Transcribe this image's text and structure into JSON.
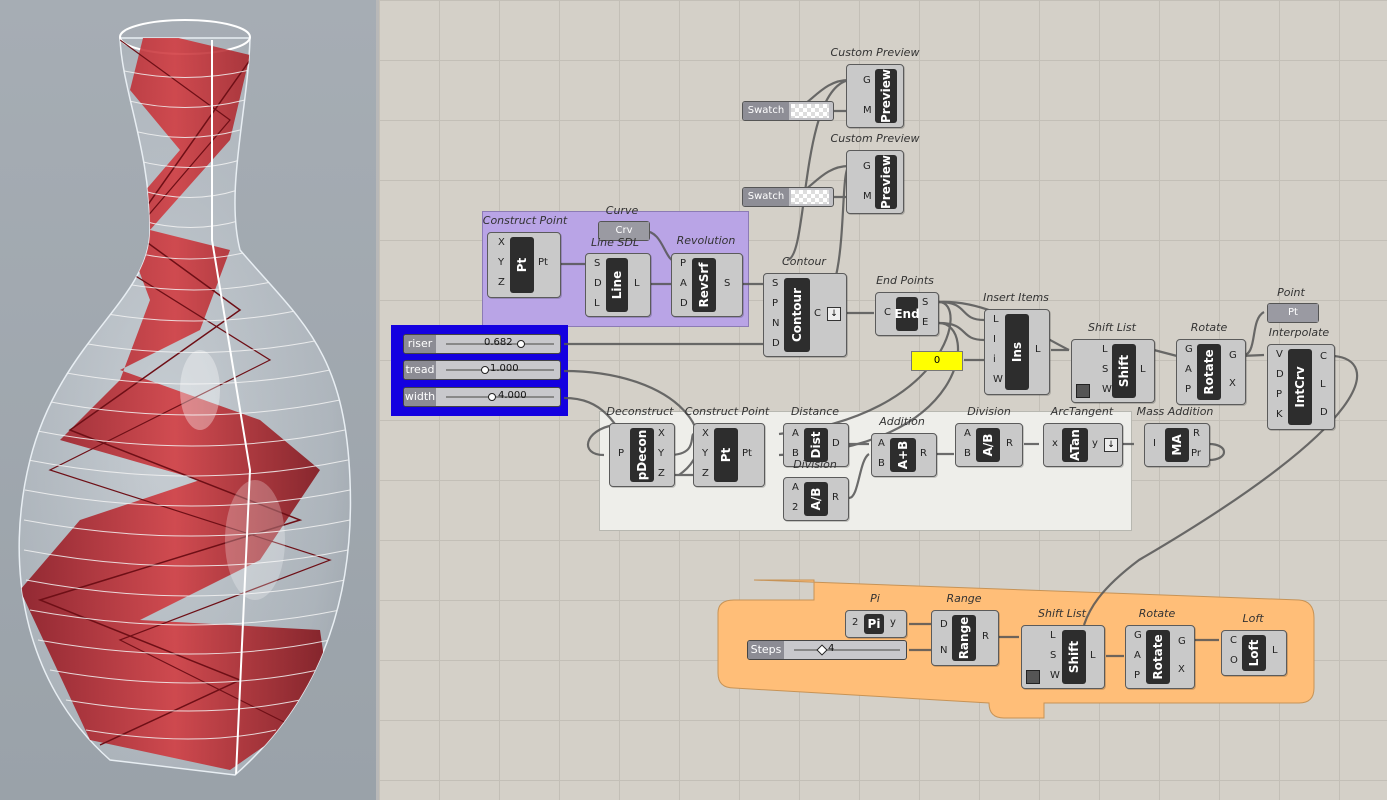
{
  "colors": {
    "canvas": "#d4d0c8",
    "viewport": "#a2a9b0",
    "purple_group": "#b9a4e6",
    "blue_group": "#1400e0",
    "orange_group": "#ffbe78",
    "white_group": "#eeeeea",
    "panel_yellow": "#ffff00",
    "vase_red": "#b0222a"
  },
  "viewport": {
    "label": "Rhino viewport (vase with red helical stairs)"
  },
  "components": {
    "custom_preview_1": {
      "title": "Custom Preview",
      "core": "Preview",
      "inputs": [
        "G",
        "M"
      ]
    },
    "custom_preview_2": {
      "title": "Custom Preview",
      "core": "Preview",
      "inputs": [
        "G",
        "M"
      ]
    },
    "swatch_1": {
      "label": "Swatch"
    },
    "swatch_2": {
      "label": "Swatch"
    },
    "construct_point_1": {
      "title": "Construct Point",
      "core": "Pt",
      "inputs": [
        "X",
        "Y",
        "Z"
      ],
      "outputs": [
        "Pt"
      ]
    },
    "curve": {
      "title": "Curve",
      "label": "Crv"
    },
    "line_sdl": {
      "title": "Line SDL",
      "core": "Line",
      "inputs": [
        "S",
        "D",
        "L"
      ],
      "outputs": [
        "L"
      ]
    },
    "revolution": {
      "title": "Revolution",
      "core": "RevSrf",
      "inputs": [
        "P",
        "A",
        "D"
      ],
      "outputs": [
        "S"
      ]
    },
    "contour": {
      "title": "Contour",
      "core": "Contour",
      "inputs": [
        "S",
        "P",
        "N",
        "D"
      ],
      "outputs": [
        "C"
      ]
    },
    "end_points": {
      "title": "End Points",
      "core": "End",
      "inputs": [
        "C"
      ],
      "outputs": [
        "S",
        "E"
      ]
    },
    "insert_items": {
      "title": "Insert Items",
      "core": "Ins",
      "inputs": [
        "L",
        "I",
        "i",
        "W"
      ],
      "outputs": [
        "L"
      ]
    },
    "shift_list_1": {
      "title": "Shift List",
      "core": "Shift",
      "inputs": [
        "L",
        "S",
        "W"
      ],
      "outputs": [
        "L"
      ]
    },
    "rotate_1": {
      "title": "Rotate",
      "core": "Rotate",
      "inputs": [
        "G",
        "A",
        "P"
      ],
      "outputs": [
        "G",
        "X"
      ]
    },
    "point": {
      "title": "Point",
      "label": "Pt"
    },
    "interpolate": {
      "title": "Interpolate",
      "core": "IntCrv",
      "inputs": [
        "V",
        "D",
        "P",
        "K"
      ],
      "outputs": [
        "C",
        "L",
        "D"
      ]
    },
    "panel_zero": {
      "value": "0"
    },
    "deconstruct": {
      "title": "Deconstruct",
      "core": "pDecon",
      "inputs": [
        "P"
      ],
      "outputs": [
        "X",
        "Y",
        "Z"
      ]
    },
    "construct_point_2": {
      "title": "Construct Point",
      "core": "Pt",
      "inputs": [
        "X",
        "Y",
        "Z"
      ],
      "outputs": [
        "Pt"
      ]
    },
    "distance": {
      "title": "Distance",
      "core": "Dist",
      "inputs": [
        "A",
        "B"
      ],
      "outputs": [
        "D"
      ]
    },
    "division_1": {
      "title": "Division",
      "core": "A/B",
      "inputs": [
        "A",
        "2"
      ],
      "outputs": [
        "R"
      ]
    },
    "addition": {
      "title": "Addition",
      "core": "A+B",
      "inputs": [
        "A",
        "B"
      ],
      "outputs": [
        "R"
      ]
    },
    "division_2": {
      "title": "Division",
      "core": "A/B",
      "inputs": [
        "A",
        "B"
      ],
      "outputs": [
        "R"
      ]
    },
    "arctangent": {
      "title": "ArcTangent",
      "core": "ATan",
      "inputs": [
        "x"
      ],
      "outputs": [
        "y"
      ]
    },
    "mass_addition": {
      "title": "Mass Addition",
      "core": "MA",
      "inputs": [
        "I"
      ],
      "outputs": [
        "R",
        "Pr"
      ]
    },
    "pi": {
      "title": "Pi",
      "core": "Pi",
      "inputs": [
        "2"
      ],
      "outputs": [
        "y"
      ]
    },
    "range": {
      "title": "Range",
      "core": "Range",
      "inputs": [
        "D",
        "N"
      ],
      "outputs": [
        "R"
      ]
    },
    "shift_list_2": {
      "title": "Shift List",
      "core": "Shift",
      "inputs": [
        "L",
        "S",
        "W"
      ],
      "outputs": [
        "L"
      ]
    },
    "rotate_2": {
      "title": "Rotate",
      "core": "Rotate",
      "inputs": [
        "G",
        "A",
        "P"
      ],
      "outputs": [
        "G",
        "X"
      ]
    },
    "loft": {
      "title": "Loft",
      "core": "Loft",
      "inputs": [
        "C",
        "O"
      ],
      "outputs": [
        "L"
      ]
    }
  },
  "sliders": {
    "riser": {
      "label": "riser",
      "value": "0.682",
      "fraction": 0.68
    },
    "tread": {
      "label": "tread",
      "value": "1.000",
      "fraction": 0.3
    },
    "width": {
      "label": "width",
      "value": "4.000",
      "fraction": 0.4
    },
    "steps": {
      "label": "Steps",
      "value": "4",
      "fraction": 0.3
    }
  }
}
